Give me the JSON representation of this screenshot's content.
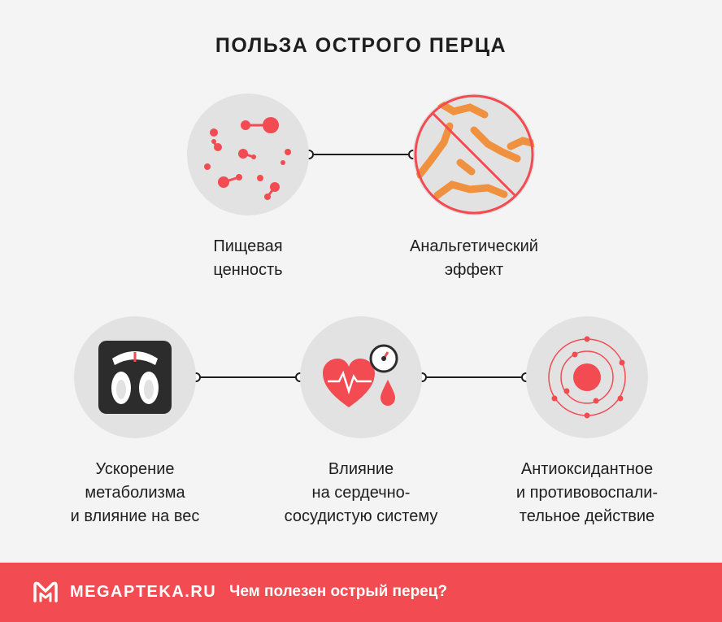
{
  "title": "ПОЛЬЗА ОСТРОГО ПЕРЦА",
  "benefits": [
    {
      "lines": [
        "Пищевая",
        "ценность"
      ],
      "icon": "molecules-icon"
    },
    {
      "lines": [
        "Анальгетический",
        "эффект"
      ],
      "icon": "no-bacteria-icon"
    },
    {
      "lines": [
        "Ускорение",
        "метаболизма",
        "и влияние на вес"
      ],
      "icon": "scale-icon"
    },
    {
      "lines": [
        "Влияние",
        "на сердечно-",
        "сосудистую систему"
      ],
      "icon": "heart-pressure-icon"
    },
    {
      "lines": [
        "Антиоксидантное",
        "и противовоспали-",
        "тельное действие"
      ],
      "icon": "atom-icon"
    }
  ],
  "footer": {
    "brand": "MEGAPTEKA.RU",
    "caption": "Чем полезен острый перец?"
  },
  "colors": {
    "accent": "#f24b51",
    "node_bg": "#e2e2e2",
    "page_bg": "#f4f4f4",
    "bacteria": "#f0913f",
    "dark": "#2c2c2c"
  }
}
